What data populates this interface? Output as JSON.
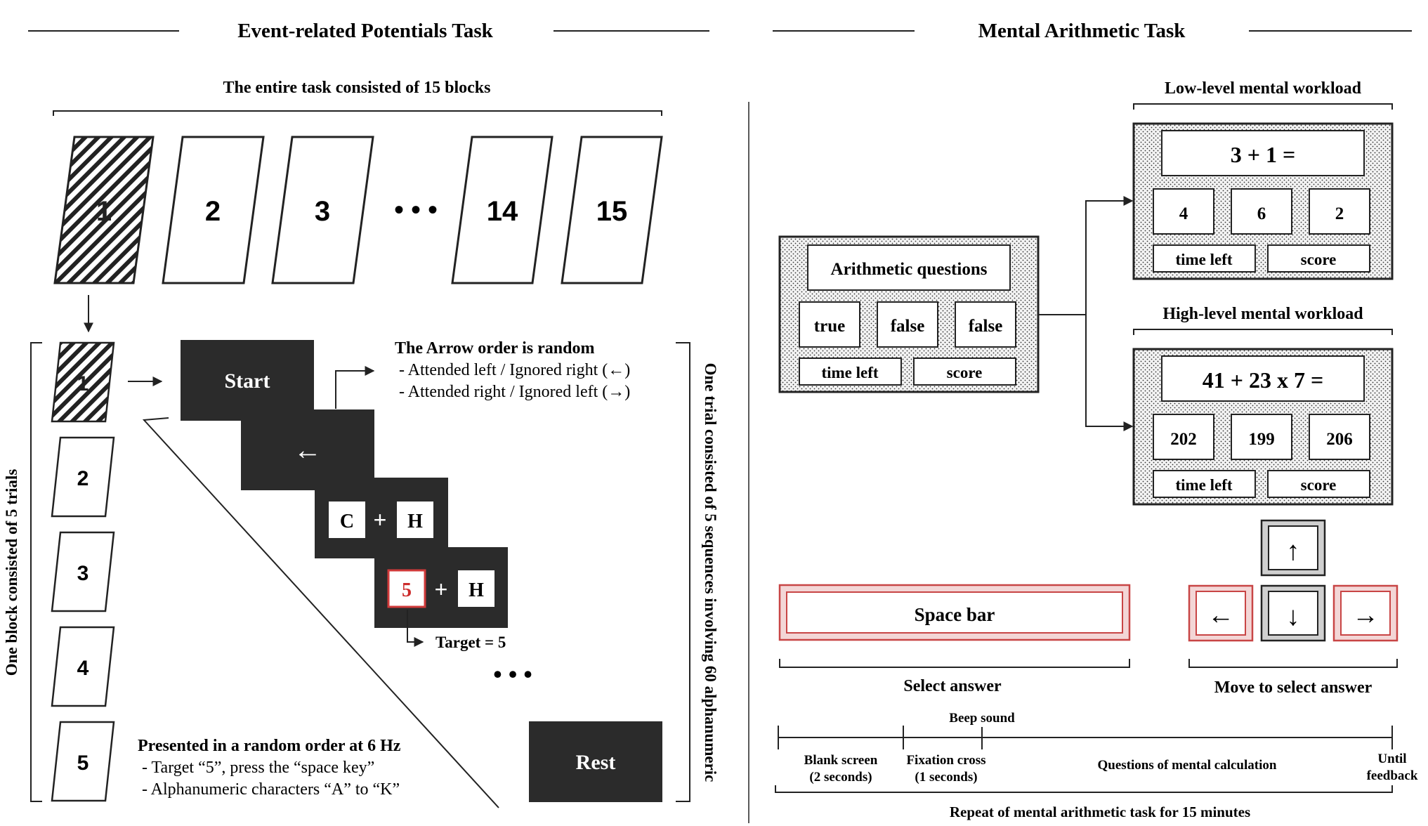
{
  "left": {
    "title": "Event-related Potentials Task",
    "blocks_caption": "The entire task consisted of 15 blocks",
    "blocks": [
      "1",
      "2",
      "3",
      "14",
      "15"
    ],
    "ellipsis": "• • •",
    "trials_caption": "One block consisted of 5 trials",
    "trials": [
      "1",
      "2",
      "3",
      "4",
      "5"
    ],
    "start_label": "Start",
    "arrow_glyph": "←",
    "arrow_order_title": "The Arrow order is random",
    "arrow_order_items": [
      "- Attended left / Ignored right (←)",
      "- Attended right / Ignored left (→)"
    ],
    "seq1": [
      "C",
      "+",
      "H"
    ],
    "seq2": [
      "5",
      "+",
      "H"
    ],
    "target_label": "Target = 5",
    "seq_ellipsis": "• • •",
    "rest_label": "Rest",
    "presented_title": "Presented in a random order at 6 Hz",
    "presented_items": [
      "- Target “5”, press the “space key”",
      "- Alphanumeric characters “A” to “K”"
    ],
    "trial_caption": "One trial consisted of 5 sequences involving 60 alphanumeric"
  },
  "right": {
    "title": "Mental Arithmetic Task",
    "main_panel": {
      "question": "Arithmetic questions",
      "answers": [
        "true",
        "false",
        "false"
      ],
      "time_left": "time left",
      "score": "score"
    },
    "low": {
      "caption": "Low-level mental workload",
      "equation": "3 + 1 =",
      "answers": [
        "4",
        "6",
        "2"
      ],
      "time_left": "time left",
      "score": "score"
    },
    "high": {
      "caption": "High-level mental workload",
      "equation": "41 + 23 x 7  =",
      "answers": [
        "202",
        "199",
        "206"
      ],
      "time_left": "time left",
      "score": "score"
    },
    "space_bar": "Space bar",
    "select_answer": "Select answer",
    "move_answer": "Move to select answer",
    "keys": {
      "up": "↑",
      "down": "↓",
      "left": "←",
      "right": "→"
    },
    "timeline": {
      "beep": "Beep sound",
      "blank": [
        "Blank screen",
        "(2 seconds)"
      ],
      "fixation": [
        "Fixation cross",
        "(1 seconds)"
      ],
      "questions": "Questions of mental calculation",
      "until": [
        "Until",
        "feedback"
      ],
      "repeat": "Repeat of mental arithmetic task  for 15 minutes"
    }
  }
}
